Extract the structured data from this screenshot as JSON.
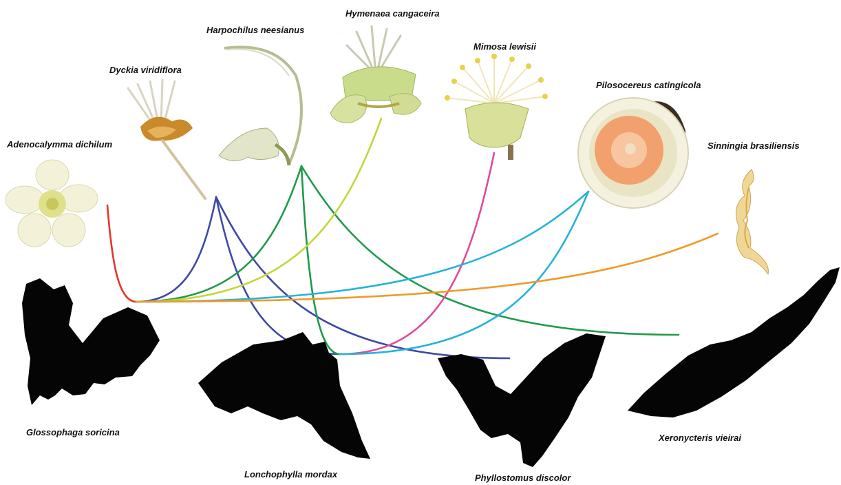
{
  "plants": [
    {
      "id": "adenocalymma",
      "name": "Adenocalymma dichilum"
    },
    {
      "id": "dyckia",
      "name": "Dyckia viridiflora"
    },
    {
      "id": "harpochilus",
      "name": "Harpochilus neesianus"
    },
    {
      "id": "hymenaea",
      "name": "Hymenaea cangaceira"
    },
    {
      "id": "mimosa",
      "name": "Mimosa lewisii"
    },
    {
      "id": "pilosocereus",
      "name": "Pilosocereus catingicola"
    },
    {
      "id": "sinningia",
      "name": "Sinningia brasiliensis"
    }
  ],
  "bats": [
    {
      "id": "glossophaga",
      "name": "Glossophaga soricina"
    },
    {
      "id": "lonchophylla",
      "name": "Lonchophylla mordax"
    },
    {
      "id": "phyllostomus",
      "name": "Phyllostomus discolor"
    },
    {
      "id": "xeronycteris",
      "name": "Xeronycteris vieirai"
    }
  ],
  "colors": {
    "adenocalymma": "#e8342b",
    "dyckia": "#3f48a8",
    "harpochilus": "#1f9a4a",
    "hymenaea": "#c3d63c",
    "mimosa": "#e04a9a",
    "pilosocereus": "#27b2d8",
    "sinningia": "#f29a26"
  },
  "interactions": [
    {
      "plant": "adenocalymma",
      "bat": "glossophaga"
    },
    {
      "plant": "dyckia",
      "bat": "glossophaga"
    },
    {
      "plant": "dyckia",
      "bat": "lonchophylla"
    },
    {
      "plant": "dyckia",
      "bat": "phyllostomus"
    },
    {
      "plant": "harpochilus",
      "bat": "glossophaga"
    },
    {
      "plant": "harpochilus",
      "bat": "lonchophylla"
    },
    {
      "plant": "harpochilus",
      "bat": "xeronycteris"
    },
    {
      "plant": "hymenaea",
      "bat": "glossophaga"
    },
    {
      "plant": "mimosa",
      "bat": "lonchophylla"
    },
    {
      "plant": "pilosocereus",
      "bat": "glossophaga"
    },
    {
      "plant": "pilosocereus",
      "bat": "lonchophylla"
    },
    {
      "plant": "sinningia",
      "bat": "glossophaga"
    }
  ]
}
